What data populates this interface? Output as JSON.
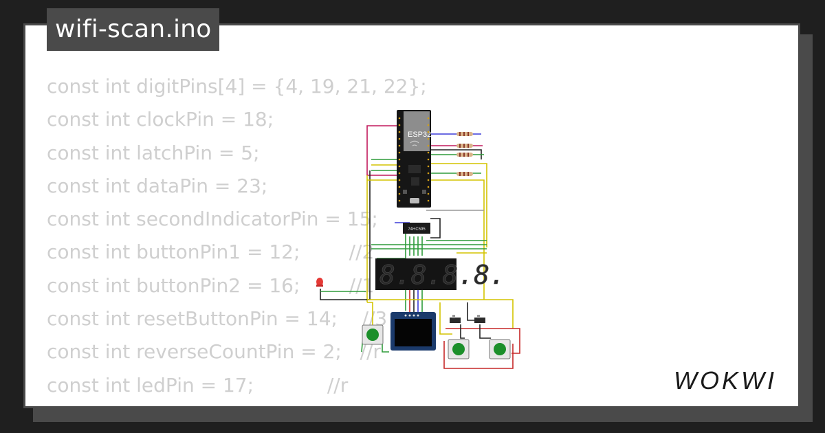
{
  "project": {
    "file_name": "wifi-scan.ino"
  },
  "code_lines": [
    "const int digitPins[4] = {4, 19, 21, 22};",
    "const int clockPin = 18;",
    "const int latchPin = 5;",
    "const int dataPin = 23;",
    "const int secondIndicatorPin = 15;",
    "const int buttonPin1 = 12;        //2",
    "const int buttonPin2 = 16;        //1",
    "const int resetButtonPin = 14;    //3",
    "const int reverseCountPin = 2;   //r",
    "const int ledPin = 17;            //r"
  ],
  "circuit": {
    "mcu_label": "ESP32",
    "shift_register_label": "74HC595",
    "display_text": "8.8.8.8."
  },
  "brand": {
    "logo_text": "WOKWI"
  },
  "colors": {
    "background": "#1f1f1f",
    "card": "#ffffff",
    "frame": "#4a4a4a",
    "code_text": "#cfcfcf"
  }
}
